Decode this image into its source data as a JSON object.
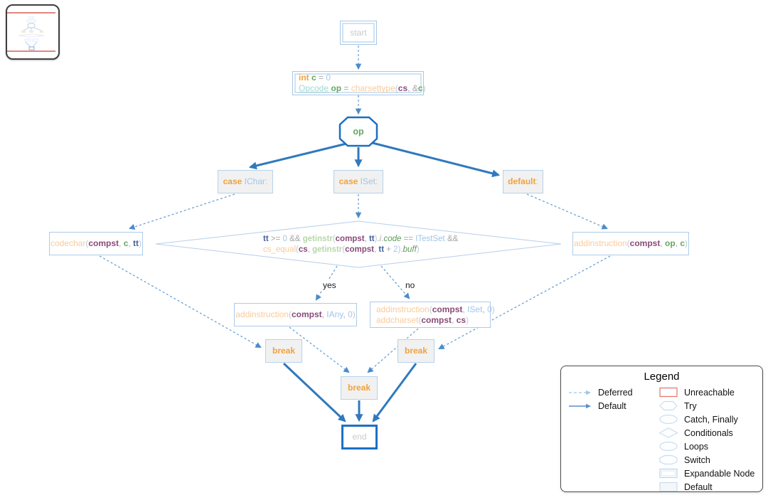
{
  "colors": {
    "edge_solid": "#3079bd",
    "edge_dashed": "#6ba2d6",
    "node_border": "#aecbe8",
    "switch_border": "#1b6ec2",
    "end_border": "#1e70c2",
    "gray_fill": "#f1f1f1",
    "keyword_orange": "#f0a23e",
    "unreachable_red": "#e57368",
    "minimap_line_red": "#d95f57"
  },
  "nodes": {
    "start": {
      "lines": [
        [
          {
            "c": "pl",
            "t": "start"
          }
        ]
      ]
    },
    "init": {
      "lines": [
        [
          {
            "c": "kw",
            "t": "int"
          },
          {
            "c": "op",
            "t": " "
          },
          {
            "c": "lv",
            "t": "c"
          },
          {
            "c": "op",
            "t": " = "
          },
          {
            "c": "num",
            "t": "0"
          }
        ],
        [
          {
            "c": "ty",
            "t": "Opcode"
          },
          {
            "c": "op",
            "t": " "
          },
          {
            "c": "lv",
            "t": "op"
          },
          {
            "c": "op",
            "t": " = "
          },
          {
            "c": "fn",
            "t": "charsettype"
          },
          {
            "c": "par",
            "t": "("
          },
          {
            "c": "pv",
            "t": "cs"
          },
          {
            "c": "op",
            "t": ", "
          },
          {
            "c": "op",
            "t": "&"
          },
          {
            "c": "lv",
            "t": "c"
          },
          {
            "c": "par",
            "t": ")"
          }
        ]
      ]
    },
    "op_switch": {
      "lines": [
        [
          {
            "c": "lv",
            "t": "op"
          }
        ]
      ]
    },
    "case_ichar": {
      "lines": [
        [
          {
            "c": "kw",
            "t": "case"
          },
          {
            "c": "op",
            "t": " "
          },
          {
            "c": "const",
            "t": "IChar"
          },
          {
            "c": "par",
            "t": ":"
          }
        ]
      ]
    },
    "case_iset": {
      "lines": [
        [
          {
            "c": "kw",
            "t": "case"
          },
          {
            "c": "op",
            "t": " "
          },
          {
            "c": "const",
            "t": "ISet"
          },
          {
            "c": "par",
            "t": ":"
          }
        ]
      ]
    },
    "default_case": {
      "lines": [
        [
          {
            "c": "kw",
            "t": "default"
          },
          {
            "c": "par",
            "t": ":"
          }
        ]
      ]
    },
    "codechar": {
      "lines": [
        [
          {
            "c": "fn",
            "t": "codechar"
          },
          {
            "c": "par",
            "t": "("
          },
          {
            "c": "pv",
            "t": "compst"
          },
          {
            "c": "op",
            "t": ", "
          },
          {
            "c": "lv",
            "t": "c"
          },
          {
            "c": "op",
            "t": ", "
          },
          {
            "c": "tt",
            "t": "tt"
          },
          {
            "c": "par",
            "t": ")"
          }
        ]
      ]
    },
    "cond": {
      "lines": [
        [
          {
            "c": "tt",
            "t": "tt"
          },
          {
            "c": "op",
            "t": " >= "
          },
          {
            "c": "num",
            "t": "0"
          },
          {
            "c": "op",
            "t": " && "
          },
          {
            "c": "fng",
            "t": "getinstr"
          },
          {
            "c": "par",
            "t": "("
          },
          {
            "c": "pv",
            "t": "compst"
          },
          {
            "c": "op",
            "t": ", "
          },
          {
            "c": "tt",
            "t": "tt"
          },
          {
            "c": "par",
            "t": ")"
          },
          {
            "c": "op",
            "t": "."
          },
          {
            "c": "fldg",
            "t": "i"
          },
          {
            "c": "op",
            "t": "."
          },
          {
            "c": "fld",
            "t": "code"
          },
          {
            "c": "op",
            "t": " == "
          },
          {
            "c": "const",
            "t": "ITestSet"
          },
          {
            "c": "op",
            "t": " &&"
          }
        ],
        [
          {
            "c": "fn",
            "t": "cs_equal"
          },
          {
            "c": "par",
            "t": "("
          },
          {
            "c": "pv",
            "t": "cs"
          },
          {
            "c": "op",
            "t": ", "
          },
          {
            "c": "fng",
            "t": "getinstr"
          },
          {
            "c": "par",
            "t": "("
          },
          {
            "c": "pv",
            "t": "compst"
          },
          {
            "c": "op",
            "t": ", "
          },
          {
            "c": "tt",
            "t": "tt"
          },
          {
            "c": "op",
            "t": " + "
          },
          {
            "c": "num",
            "t": "2"
          },
          {
            "c": "par",
            "t": ")"
          },
          {
            "c": "op",
            "t": "."
          },
          {
            "c": "fld",
            "t": "buff"
          },
          {
            "c": "par",
            "t": ")"
          }
        ]
      ]
    },
    "addinstruction_op": {
      "lines": [
        [
          {
            "c": "fn",
            "t": "addinstruction"
          },
          {
            "c": "par",
            "t": "("
          },
          {
            "c": "pv",
            "t": "compst"
          },
          {
            "c": "op",
            "t": ", "
          },
          {
            "c": "lv",
            "t": "op"
          },
          {
            "c": "op",
            "t": ", "
          },
          {
            "c": "lv",
            "t": "c"
          },
          {
            "c": "par",
            "t": ")"
          }
        ]
      ]
    },
    "addinstruction_iany": {
      "lines": [
        [
          {
            "c": "fn",
            "t": "addinstruction"
          },
          {
            "c": "par",
            "t": "("
          },
          {
            "c": "pv",
            "t": "compst"
          },
          {
            "c": "op",
            "t": ", "
          },
          {
            "c": "const",
            "t": "IAny"
          },
          {
            "c": "op",
            "t": ", "
          },
          {
            "c": "num",
            "t": "0"
          },
          {
            "c": "par",
            "t": ")"
          }
        ]
      ]
    },
    "addinstruction_iset": {
      "lines": [
        [
          {
            "c": "fn",
            "t": "addinstruction"
          },
          {
            "c": "par",
            "t": "("
          },
          {
            "c": "pv",
            "t": "compst"
          },
          {
            "c": "op",
            "t": ", "
          },
          {
            "c": "const",
            "t": "ISet"
          },
          {
            "c": "op",
            "t": ", "
          },
          {
            "c": "num",
            "t": "0"
          },
          {
            "c": "par",
            "t": ")"
          }
        ],
        [
          {
            "c": "fn",
            "t": "addcharset"
          },
          {
            "c": "par",
            "t": "("
          },
          {
            "c": "pv",
            "t": "compst"
          },
          {
            "c": "op",
            "t": ", "
          },
          {
            "c": "pv",
            "t": "cs"
          },
          {
            "c": "par",
            "t": ")"
          }
        ]
      ]
    },
    "break_left": {
      "lines": [
        [
          {
            "c": "kw",
            "t": "break"
          }
        ]
      ]
    },
    "break_right": {
      "lines": [
        [
          {
            "c": "kw",
            "t": "break"
          }
        ]
      ]
    },
    "break_mid": {
      "lines": [
        [
          {
            "c": "kw",
            "t": "break"
          }
        ]
      ]
    },
    "end": {
      "lines": [
        [
          {
            "c": "pl",
            "t": "end"
          }
        ]
      ]
    }
  },
  "edge_labels": {
    "yes": "yes",
    "no": "no"
  },
  "legend": {
    "title": "Legend",
    "lines": [
      {
        "style": "dashed",
        "label": "Deferred"
      },
      {
        "style": "solid",
        "label": "Default"
      }
    ],
    "shapes": [
      {
        "shape": "rect-unreachable",
        "label": "Unreachable"
      },
      {
        "shape": "hexagon",
        "label": "Try"
      },
      {
        "shape": "ellipse",
        "label": "Catch, Finally"
      },
      {
        "shape": "diamond",
        "label": "Conditionals"
      },
      {
        "shape": "ellipse",
        "label": "Loops"
      },
      {
        "shape": "octagon",
        "label": "Switch"
      },
      {
        "shape": "rect-expandable",
        "label": "Expandable Node"
      },
      {
        "shape": "rect-default",
        "label": "Default"
      }
    ]
  }
}
